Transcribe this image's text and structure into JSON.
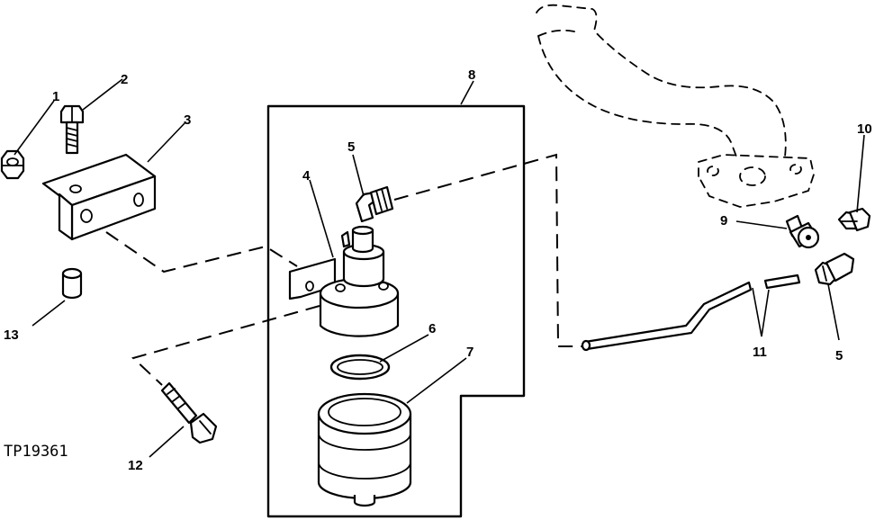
{
  "figure_ref": "TP19361",
  "callouts": {
    "c1": "1",
    "c2": "2",
    "c3": "3",
    "c4": "4",
    "c5a": "5",
    "c5b": "5",
    "c6": "6",
    "c7": "7",
    "c8": "8",
    "c9": "9",
    "c10": "10",
    "c11": "11",
    "c12": "12",
    "c13": "13"
  }
}
